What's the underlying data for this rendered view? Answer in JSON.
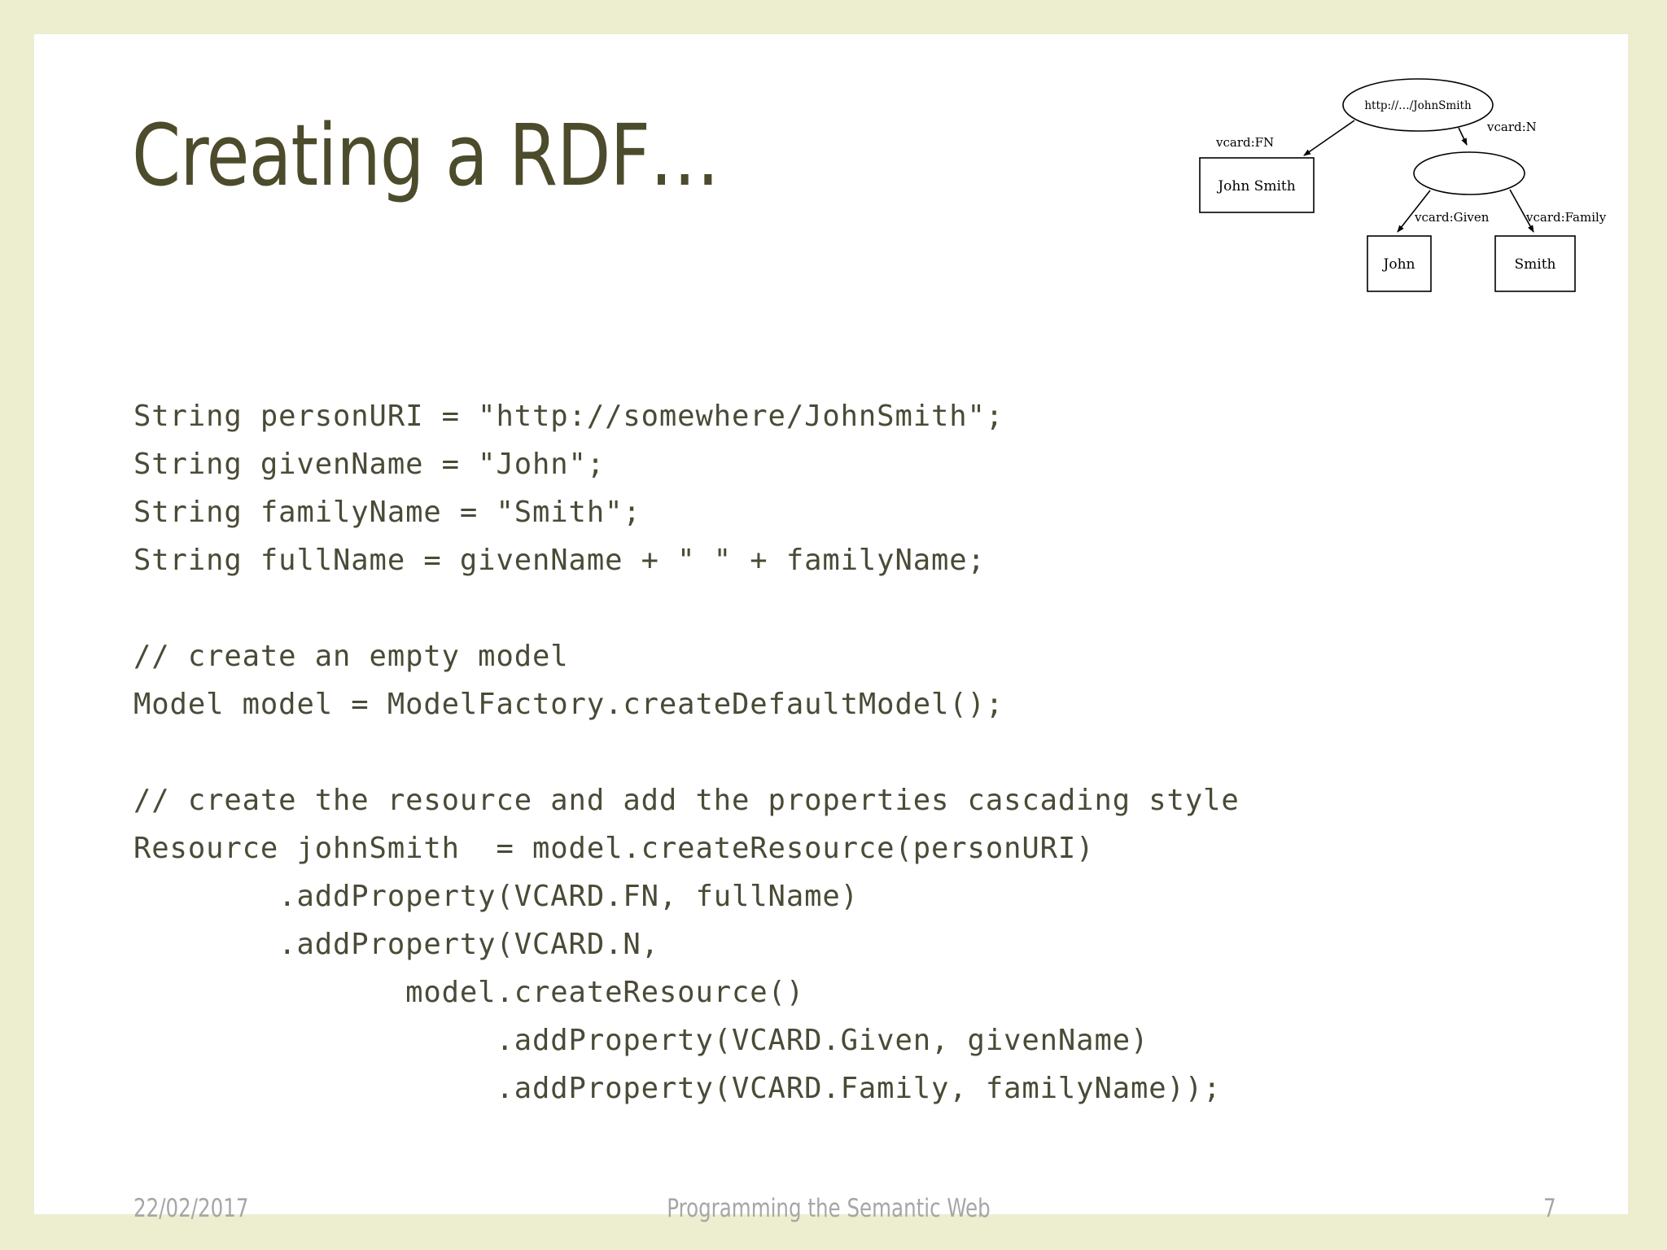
{
  "slide": {
    "title": "Creating a RDF…",
    "background_color": "#EDEED0",
    "canvas_color": "#FFFFFF",
    "title_color": "#4C4B2B",
    "code_color": "#4A4A37",
    "footer_color": "#A6A6A6"
  },
  "code": {
    "lines": [
      "String personURI = \"http://somewhere/JohnSmith\";",
      "String givenName = \"John\";",
      "String familyName = \"Smith\";",
      "String fullName = givenName + \" \" + familyName;",
      "",
      "// create an empty model",
      "Model model = ModelFactory.createDefaultModel();",
      "",
      "// create the resource and add the properties cascading style",
      "Resource johnSmith  = model.createResource(personURI)",
      "        .addProperty(VCARD.FN, fullName)",
      "        .addProperty(VCARD.N,",
      "               model.createResource()",
      "                    .addProperty(VCARD.Given, givenName)",
      "                    .addProperty(VCARD.Family, familyName));"
    ]
  },
  "footer": {
    "date": "22/02/2017",
    "center": "Programming the Semantic Web",
    "page": "7"
  },
  "diagram": {
    "type": "rdf-graph",
    "nodes": [
      {
        "id": "subject",
        "shape": "ellipse",
        "label": "http://…/JohnSmith"
      },
      {
        "id": "fullname",
        "shape": "rect",
        "label": "John Smith"
      },
      {
        "id": "blank",
        "shape": "ellipse",
        "label": ""
      },
      {
        "id": "given",
        "shape": "rect",
        "label": "John"
      },
      {
        "id": "family",
        "shape": "rect",
        "label": "Smith"
      }
    ],
    "edges": [
      {
        "from": "subject",
        "to": "fullname",
        "label": "vcard:FN"
      },
      {
        "from": "subject",
        "to": "blank",
        "label": "vcard:N"
      },
      {
        "from": "blank",
        "to": "given",
        "label": "vcard:Given"
      },
      {
        "from": "blank",
        "to": "family",
        "label": "vcard:Family"
      }
    ]
  }
}
